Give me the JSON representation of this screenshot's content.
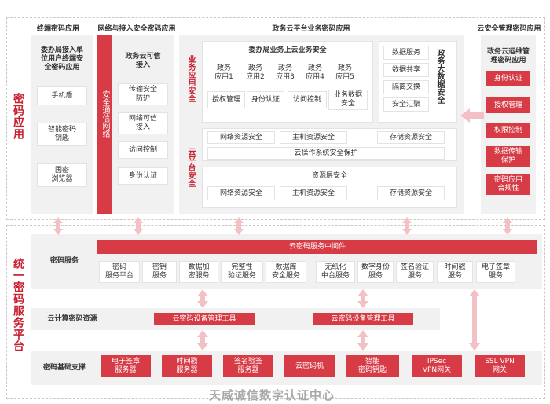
{
  "sections": {
    "crypto_app": "密码应用",
    "unified_platform": "统一密码服务平台"
  },
  "top": {
    "terminal": {
      "title": "终端密码应用",
      "subtitle": "委办局接入单\n位用户终端安\n全密码应用",
      "items": [
        "手机盾",
        "智能密码\n钥匙",
        "国密\n浏览器"
      ]
    },
    "network": {
      "title": "网络与接入安全密码应用",
      "bar_label": "安全通信网络",
      "subtitle": "政务云可信\n接入",
      "items": [
        "传输安全\n防护",
        "网络可信\n接入",
        "访问控制",
        "身份认证"
      ]
    },
    "business": {
      "title": "政务云平台业务密码应用",
      "biz_label": "业务应用安全",
      "cloud_label": "云平台安全",
      "subtitle": "委办局业务上云业务安全",
      "apps": [
        "政务\n应用1",
        "政务\n应用2",
        "政务\n应用3",
        "政务\n应用4",
        "政务\n应用5"
      ],
      "apps_bottom": [
        "授权管理",
        "身份认证",
        "访问控制",
        "业务数据\n安全"
      ],
      "big_data_label": "政务大数据安全",
      "big_data_items": [
        "数据服务",
        "数据共享",
        "隔离交换",
        "安全汇聚"
      ],
      "cloud_row": [
        "网络资源安全",
        "主机资源安全",
        "存储资源安全"
      ],
      "cloud_os": "云操作系统安全保护",
      "resource_title": "资源层安全",
      "resource_row": [
        "网络资源安全",
        "主机资源安全",
        "存储资源安全"
      ]
    },
    "cloud_mgmt": {
      "title": "云安全管理密码应用",
      "subtitle": "政务云运维管\n理密码应用",
      "items": [
        "身份认证",
        "授权管理",
        "权限控制",
        "数据传输\n保护",
        "密码应用\n合规性"
      ]
    }
  },
  "bottom": {
    "crypto_service": {
      "label": "密码服务",
      "middleware": "云密码服务中间件",
      "items": [
        "密码\n服务平台",
        "密钥\n服务",
        "数据加\n密服务",
        "完整性\n验证服务",
        "数据库\n安全服务",
        "无纸化\n中台服务",
        "数字身份\n服务",
        "签名验证\n服务",
        "时间戳\n服务",
        "电子签章\n服务"
      ]
    },
    "cloud_resource": {
      "label": "云计算密码资源",
      "tools": [
        "云密码设备管理工具",
        "云密码设备管理工具"
      ]
    },
    "foundation": {
      "label": "密码基础支撑",
      "items": [
        "电子签章\n服务器",
        "时间戳\n服务器",
        "签名验签\n服务器",
        "云密码机",
        "智能\n密码钥匙",
        "IPSec\nVPN网关",
        "SSL VPN\n网关"
      ]
    }
  },
  "watermark": "天威诚信数字认证中心",
  "colors": {
    "red": "#d63b46",
    "pink": "#f3c9cc",
    "panel": "#f1f1f1",
    "title_red": "#c8202f"
  }
}
